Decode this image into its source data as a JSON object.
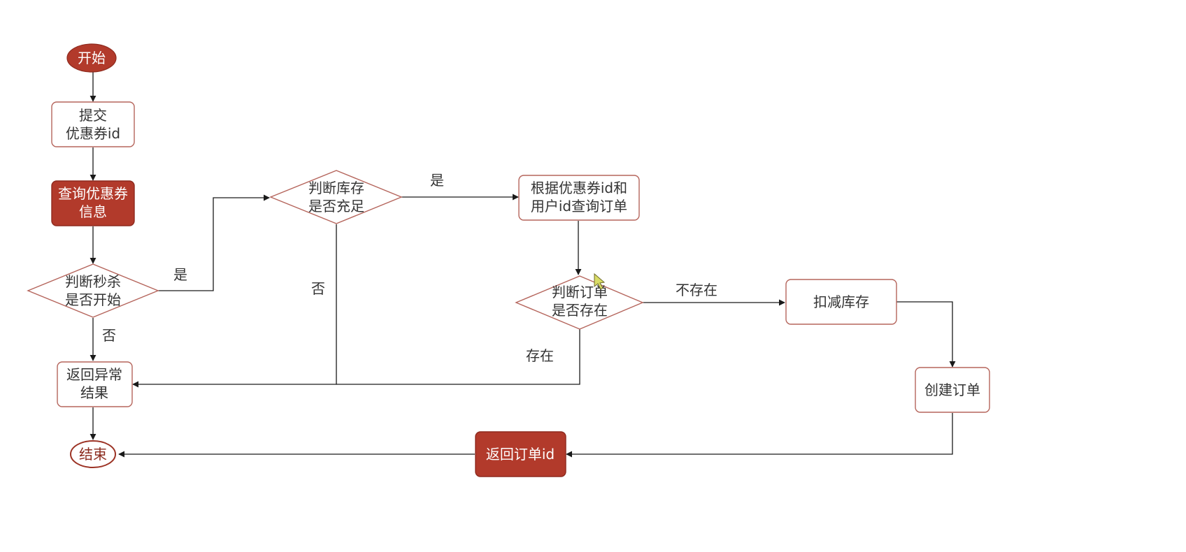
{
  "nodes": {
    "start": [
      "开始"
    ],
    "submit": [
      "提交",
      "优惠券id"
    ],
    "query_coupon": [
      "查询优惠券",
      "信息"
    ],
    "check_seckill": [
      "判断秒杀",
      "是否开始"
    ],
    "check_stock": [
      "判断库存",
      "是否充足"
    ],
    "query_order": [
      "根据优惠券id和",
      "用户id查询订单"
    ],
    "check_order": [
      "判断订单",
      "是否存在"
    ],
    "deduct_stock": [
      "扣减库存"
    ],
    "create_order": [
      "创建订单"
    ],
    "return_order_id": [
      "返回订单id"
    ],
    "return_error": [
      "返回异常",
      "结果"
    ],
    "end": [
      "结束"
    ]
  },
  "edges": {
    "seckill_yes": "是",
    "seckill_no": "否",
    "stock_yes": "是",
    "stock_no": "否",
    "order_not_exist": "不存在",
    "order_exist": "存在"
  },
  "colors": {
    "accent": "#b23a2b",
    "node_border": "#b5655c",
    "edge": "#1a1a1a"
  }
}
